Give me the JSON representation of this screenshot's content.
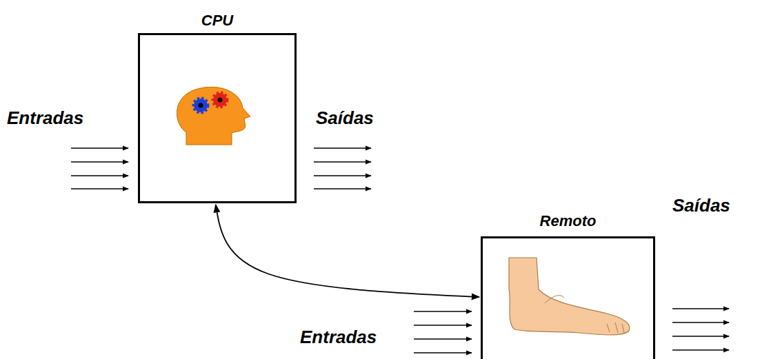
{
  "diagram": {
    "nodes": [
      {
        "text": [
          "CPU"
        ]
      },
      {
        "text": [
          "Remoto"
        ]
      }
    ],
    "edges": [
      {
        "from": 0,
        "to": 1,
        "arrow": "both"
      }
    ],
    "labels": [
      "Entradas",
      "Saídas",
      "Saídas",
      "Entradas"
    ]
  }
}
